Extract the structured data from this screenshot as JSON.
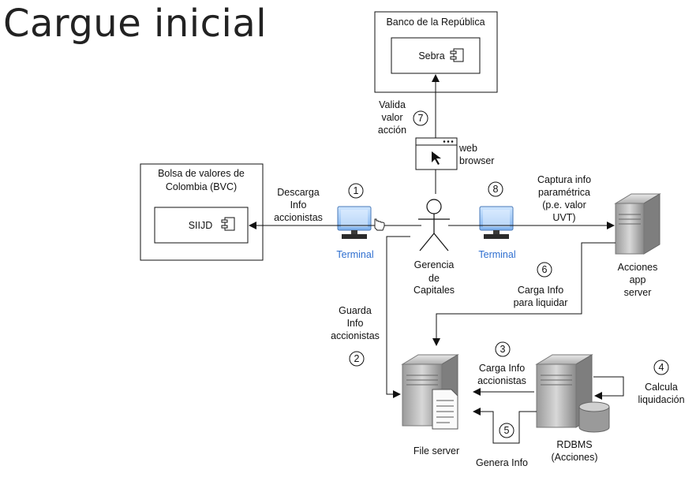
{
  "title": "Cargue inicial",
  "banco": {
    "name": "Banco de la República",
    "component": "Sebra"
  },
  "bvc": {
    "name_line1": "Bolsa de valores de",
    "name_line2": "Colombia (BVC)",
    "component": "SIIJD"
  },
  "web_browser": {
    "line1": "web",
    "line2": "browser"
  },
  "actor": {
    "line1": "Gerencia",
    "line2": "de",
    "line3": "Capitales"
  },
  "terminal_left": "Terminal",
  "terminal_right": "Terminal",
  "app_server": {
    "line1": "Acciones",
    "line2": "app",
    "line3": "server"
  },
  "file_server": "File server",
  "rdbms": {
    "line1": "RDBMS",
    "line2": "(Acciones)"
  },
  "steps": [
    {
      "number": "1",
      "line1": "Descarga",
      "line2": "Info",
      "line3": "accionistas"
    },
    {
      "number": "2",
      "line1": "Guarda",
      "line2": "Info",
      "line3": "accionistas"
    },
    {
      "number": "3",
      "line1": "Carga Info",
      "line2": "accionistas"
    },
    {
      "number": "4",
      "line1": "Calcula",
      "line2": "liquidación"
    },
    {
      "number": "5",
      "line1": "Genera Info"
    },
    {
      "number": "6",
      "line1": "Carga Info",
      "line2": "para liquidar"
    },
    {
      "number": "7",
      "line1": "Valida",
      "line2": "valor",
      "line3": "acción"
    },
    {
      "number": "8",
      "line1": "Captura info",
      "line2": "paramétrica",
      "line3": "(p.e. valor",
      "line4": "UVT)"
    }
  ]
}
